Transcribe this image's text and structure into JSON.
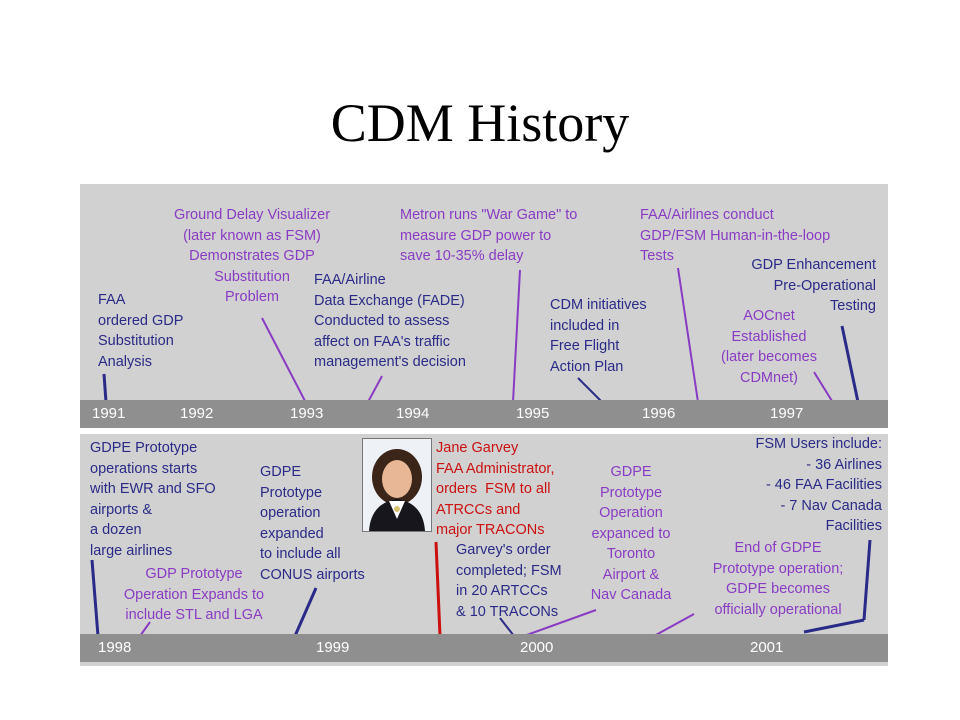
{
  "title": "CDM History",
  "colors": {
    "panel": "#d1d1d1",
    "bar": "#8f8f8f",
    "text": "#2a2a88",
    "purple": "#8a3bc4",
    "highlight": "#cc1010"
  },
  "years_top": [
    "1991",
    "1992",
    "1993",
    "1994",
    "1995",
    "1996",
    "1997"
  ],
  "years_bottom": [
    "1998",
    "1999",
    "2000",
    "2001"
  ],
  "top_events": {
    "faa_ordered": "FAA\nordered GDP\nSubstitution\nAnalysis",
    "ground_delay": "Ground Delay Visualizer\n(later known as FSM)\nDemonstrates GDP\nSubstitution\nProblem",
    "fade": "FAA/Airline\nData Exchange (FADE)\nConducted to assess\naffect on FAA's traffic\nmanagement's decision",
    "metron": "Metron runs \"War Game\" to\nmeasure GDP power to\nsave 10-35% delay",
    "cdm_initiatives": "CDM initiatives\nincluded in\nFree Flight\nAction Plan",
    "hitl": "FAA/Airlines conduct\nGDP/FSM Human-in-the-loop\nTests",
    "gdp_enhancement": "GDP Enhancement\nPre-Operational\nTesting",
    "aocnet": "AOCnet\nEstablished\n(later becomes\nCDMnet)"
  },
  "bottom_events": {
    "gdpe_prototype": "GDPE Prototype\noperations starts\nwith EWR and SFO\nairports &\na dozen\nlarge airlines",
    "gdp_prototype_expands": "GDP Prototype\nOperation Expands to\ninclude STL and LGA",
    "gdpe_conus": "GDPE\nPrototype\noperation\nexpanded\nto include all\nCONUS airports",
    "garvey": "Jane Garvey\nFAA Administrator,\norders  FSM to all\nATRCCs and\nmajor TRACONs",
    "garvey_completed": "Garvey's order\ncompleted; FSM\nin 20 ARTCCs\n& 10 TRACONs",
    "toronto": "GDPE\nPrototype\nOperation\nexpanced to\nToronto\nAirport &\nNav Canada",
    "fsm_users": "FSM Users include:\n- 36 Airlines\n- 46 FAA Facilities\n- 7 Nav Canada\nFacilities",
    "end_gdpe": "End of GDPE\nPrototype operation;\nGDPE becomes\nofficially operational"
  }
}
